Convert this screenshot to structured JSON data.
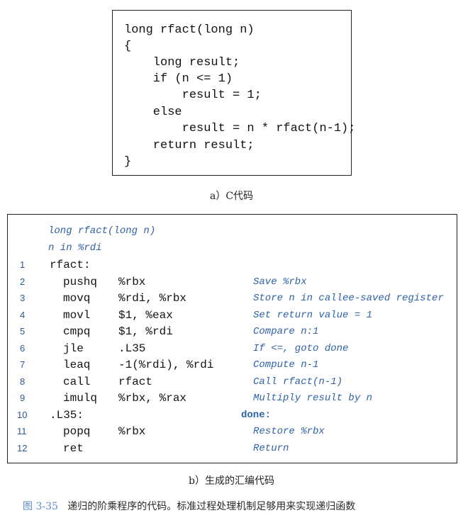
{
  "c_code": {
    "lines": [
      "long rfact(long n)",
      "{",
      "    long result;",
      "    if (n <= 1)",
      "        result = 1;",
      "    else",
      "        result = n * rfact(n-1);",
      "    return result;",
      "}"
    ]
  },
  "caption_a": "a）C代码",
  "asm": {
    "header": [
      "long rfact(long n)",
      "n in %rdi"
    ],
    "rows": [
      {
        "num": "1",
        "label": "rfact:",
        "instr": "",
        "operand": "",
        "comment": ""
      },
      {
        "num": "2",
        "label": "",
        "instr": "pushq",
        "operand": "%rbx",
        "comment": "Save %rbx"
      },
      {
        "num": "3",
        "label": "",
        "instr": "movq",
        "operand": "%rdi, %rbx",
        "comment": "Store n in callee-saved register"
      },
      {
        "num": "4",
        "label": "",
        "instr": "movl",
        "operand": "$1, %eax",
        "comment": "Set return value = 1"
      },
      {
        "num": "5",
        "label": "",
        "instr": "cmpq",
        "operand": "$1, %rdi",
        "comment": "Compare n:1"
      },
      {
        "num": "6",
        "label": "",
        "instr": "jle",
        "operand": ".L35",
        "comment": "If <=, goto done"
      },
      {
        "num": "7",
        "label": "",
        "instr": "leaq",
        "operand": "-1(%rdi), %rdi",
        "comment": "Compute n-1"
      },
      {
        "num": "8",
        "label": "",
        "instr": "call",
        "operand": "rfact",
        "comment": "Call rfact(n-1)"
      },
      {
        "num": "9",
        "label": "",
        "instr": "imulq",
        "operand": "%rbx, %rax",
        "comment": "Multiply result by n"
      },
      {
        "num": "10",
        "label": ".L35:",
        "instr": "",
        "operand": "",
        "comment": "",
        "done": "done:"
      },
      {
        "num": "11",
        "label": "",
        "instr": "popq",
        "operand": "%rbx",
        "comment": "Restore %rbx"
      },
      {
        "num": "12",
        "label": "",
        "instr": "ret",
        "operand": "",
        "comment": "Return"
      }
    ]
  },
  "caption_b": "b）生成的汇编代码",
  "figure": {
    "number": "图 3-35",
    "text": "递归的阶乘程序的代码。标准过程处理机制足够用来实现递归函数"
  },
  "colors": {
    "comment_blue": "#2f62a7",
    "figure_number": "#5b8cc8"
  }
}
